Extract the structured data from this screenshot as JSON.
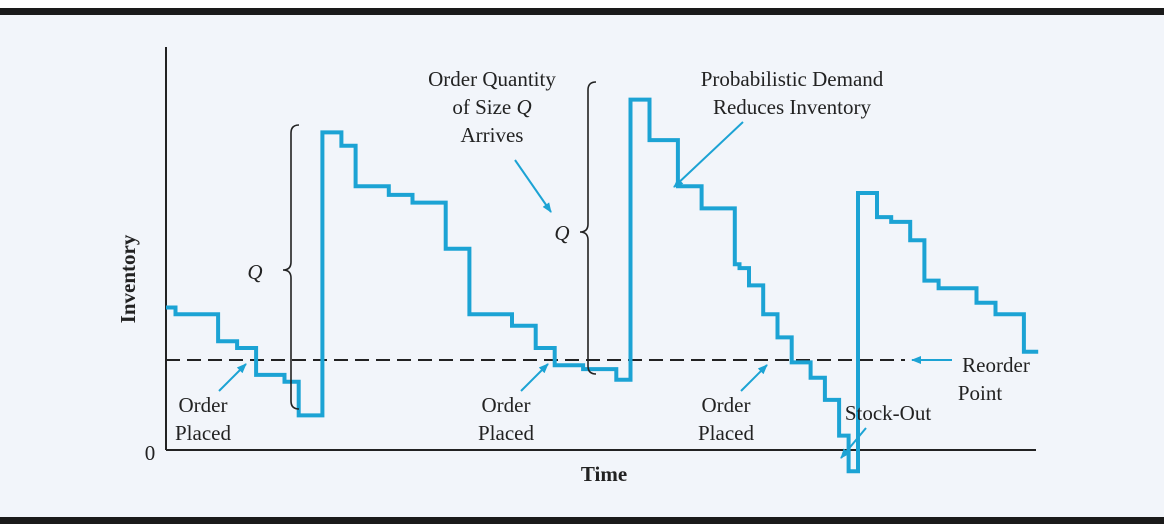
{
  "colors": {
    "background": "#f2f5fa",
    "line": "#1ca3d4",
    "frame": "#1a1a1a",
    "text": "#222222"
  },
  "axes": {
    "y_label": "Inventory",
    "x_label": "Time",
    "zero_label": "0"
  },
  "labels": {
    "order_quantity_l1": "Order Quantity",
    "order_quantity_l2_prefix": "of Size ",
    "order_quantity_l2_var": "Q",
    "order_quantity_l3": "Arrives",
    "prob_demand_l1": "Probabilistic Demand",
    "prob_demand_l2": "Reduces Inventory",
    "reorder_l1": "Reorder",
    "reorder_l2": "Point",
    "stockout": "Stock-Out",
    "order_placed_l1": "Order",
    "order_placed_l2": "Placed",
    "q_symbol": "Q"
  },
  "chart_data": {
    "type": "line",
    "series": [
      {
        "values": [
          [
            0,
            148
          ],
          [
            2,
            148
          ],
          [
            2,
            141
          ],
          [
            11,
            141
          ],
          [
            11,
            113
          ],
          [
            15,
            113
          ],
          [
            15,
            106
          ],
          [
            19,
            106
          ],
          [
            19,
            78
          ],
          [
            25,
            78
          ],
          [
            25,
            71
          ],
          [
            28,
            71
          ],
          [
            28,
            36
          ],
          [
            33,
            36
          ],
          [
            33,
            330
          ],
          [
            37,
            330
          ],
          [
            37,
            316
          ],
          [
            40,
            316
          ],
          [
            40,
            274
          ],
          [
            47,
            274
          ],
          [
            47,
            265
          ],
          [
            52,
            265
          ],
          [
            52,
            257
          ],
          [
            59,
            257
          ],
          [
            59,
            209
          ],
          [
            64,
            209
          ],
          [
            64,
            141
          ],
          [
            73,
            141
          ],
          [
            73,
            129
          ],
          [
            78,
            129
          ],
          [
            78,
            106
          ],
          [
            82,
            106
          ],
          [
            82,
            88
          ],
          [
            88,
            88
          ],
          [
            88,
            84
          ],
          [
            95,
            84
          ],
          [
            95,
            73
          ],
          [
            98,
            73
          ],
          [
            98,
            364
          ],
          [
            102,
            364
          ],
          [
            102,
            322
          ],
          [
            108,
            322
          ],
          [
            108,
            274
          ],
          [
            113,
            274
          ],
          [
            113,
            251
          ],
          [
            120,
            251
          ],
          [
            120,
            193
          ],
          [
            121,
            193
          ],
          [
            121,
            189
          ],
          [
            123,
            189
          ],
          [
            123,
            171
          ],
          [
            126,
            171
          ],
          [
            126,
            141
          ],
          [
            129,
            141
          ],
          [
            129,
            117
          ],
          [
            132,
            117
          ],
          [
            132,
            91
          ],
          [
            136,
            91
          ],
          [
            136,
            75
          ],
          [
            139,
            75
          ],
          [
            139,
            52
          ],
          [
            142,
            52
          ],
          [
            142,
            15
          ],
          [
            144,
            15
          ],
          [
            144,
            -22
          ],
          [
            146,
            -22
          ],
          [
            146,
            267
          ],
          [
            150,
            267
          ],
          [
            150,
            242
          ],
          [
            153,
            242
          ],
          [
            153,
            237
          ],
          [
            157,
            237
          ],
          [
            157,
            218
          ],
          [
            160,
            218
          ],
          [
            160,
            176
          ],
          [
            163,
            176
          ],
          [
            163,
            168
          ],
          [
            171,
            168
          ],
          [
            171,
            153
          ],
          [
            175,
            153
          ],
          [
            175,
            141
          ],
          [
            181,
            141
          ],
          [
            181,
            102
          ],
          [
            184,
            102
          ]
        ]
      }
    ],
    "reorder_point": 89,
    "y_min": -22,
    "y_max": 364
  }
}
